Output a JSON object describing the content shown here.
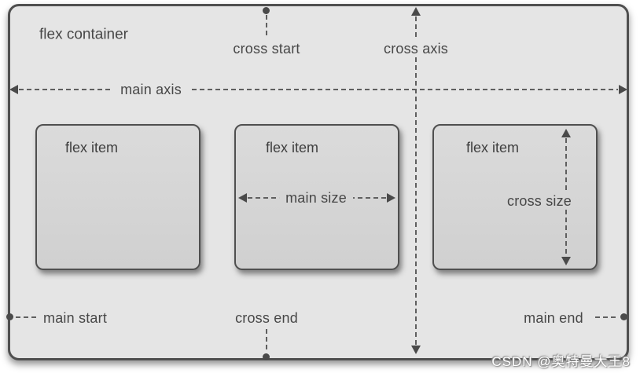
{
  "colors": {
    "ink": "#4a4a4a",
    "dash": "#5f5f5f",
    "container_bg": "#e5e5e5",
    "container_border": "#4f4f4f",
    "item_bg_top": "#dbdbdb",
    "item_bg_bottom": "#d0d0d0",
    "item_mid": "#d5d5d5",
    "item_border": "#4f4f4f",
    "text": "#474747",
    "watermark_text": "#ffffff",
    "watermark_glow": "#8f8f8f"
  },
  "diagram": {
    "container_label": "flex container",
    "items": [
      {
        "label": "flex item"
      },
      {
        "label": "flex item"
      },
      {
        "label": "flex item"
      }
    ],
    "axes": {
      "main": "main axis",
      "cross": "cross axis"
    },
    "sizes": {
      "main": "main size",
      "cross": "cross size"
    },
    "points": {
      "main_start": "main start",
      "main_end": "main end",
      "cross_start": "cross start",
      "cross_end": "cross end"
    }
  },
  "watermark": {
    "text": "CSDN @奥特曼大王8"
  }
}
